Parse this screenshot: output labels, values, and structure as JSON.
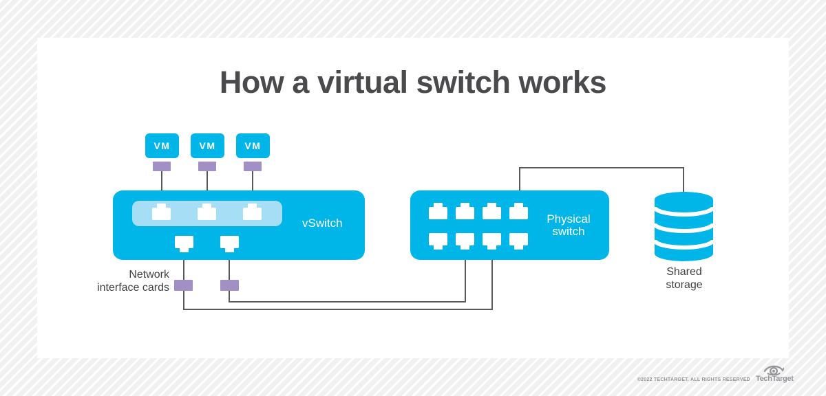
{
  "title": "How a virtual switch works",
  "colors": {
    "cyan": "#00b6e9",
    "panel": "#a6def5",
    "purple": "#a18fc6",
    "wire": "#595a5c",
    "title": "#4a4a4c",
    "text": "#3f4043",
    "footer": "#949598"
  },
  "vms": [
    {
      "label": "VM"
    },
    {
      "label": "VM"
    },
    {
      "label": "VM"
    }
  ],
  "vswitch": {
    "label": "vSwitch"
  },
  "physical_switch": {
    "line1": "Physical",
    "line2": "switch"
  },
  "nic_label": {
    "line1": "Network",
    "line2": "interface cards"
  },
  "storage_label": {
    "line1": "Shared",
    "line2": "storage"
  },
  "footer": {
    "copyright": "©2022 TECHTARGET. ALL RIGHTS RESERVED",
    "brand": "TechTarget"
  }
}
